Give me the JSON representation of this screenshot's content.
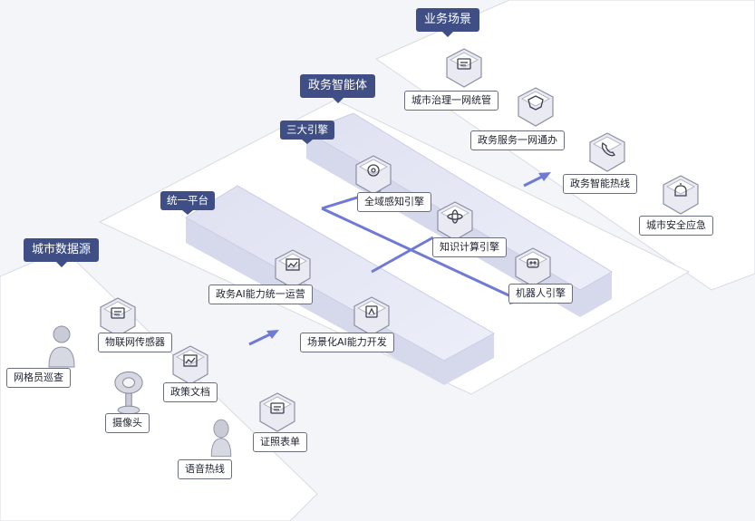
{
  "colors": {
    "header": "#3f4f86",
    "accent": "#6f79d6",
    "panel": "#ffffff",
    "platform": "#e6e7f4"
  },
  "sections": {
    "business_scenes": "业务场景",
    "gov_agent": "政务智能体",
    "three_engines": "三大引擎",
    "unified_platform": "统一平台",
    "city_data_sources": "城市数据源"
  },
  "scenes": [
    {
      "label": "城市治理一网统管",
      "icon": "city-governance-icon"
    },
    {
      "label": "政务服务一网通办",
      "icon": "gov-service-icon"
    },
    {
      "label": "政务智能热线",
      "icon": "hotline-phone-icon"
    },
    {
      "label": "城市安全应急",
      "icon": "emergency-alarm-icon"
    }
  ],
  "engines": [
    {
      "label": "全域感知引擎",
      "icon": "perception-engine-icon"
    },
    {
      "label": "知识计算引擎",
      "icon": "knowledge-atom-icon"
    },
    {
      "label": "机器人引擎",
      "icon": "robot-icon"
    }
  ],
  "platform": [
    {
      "label": "政务AI能力统一运营",
      "icon": "ai-operations-icon"
    },
    {
      "label": "场景化AI能力开发",
      "icon": "ai-chip-icon"
    }
  ],
  "sources": [
    {
      "label": "网格员巡查",
      "icon": "grid-inspector-icon"
    },
    {
      "label": "物联网传感器",
      "icon": "iot-sensor-icon"
    },
    {
      "label": "摄像头",
      "icon": "camera-icon"
    },
    {
      "label": "政策文档",
      "icon": "policy-document-icon"
    },
    {
      "label": "语音热线",
      "icon": "voice-hotline-icon"
    },
    {
      "label": "证照表单",
      "icon": "certificate-form-icon"
    }
  ]
}
